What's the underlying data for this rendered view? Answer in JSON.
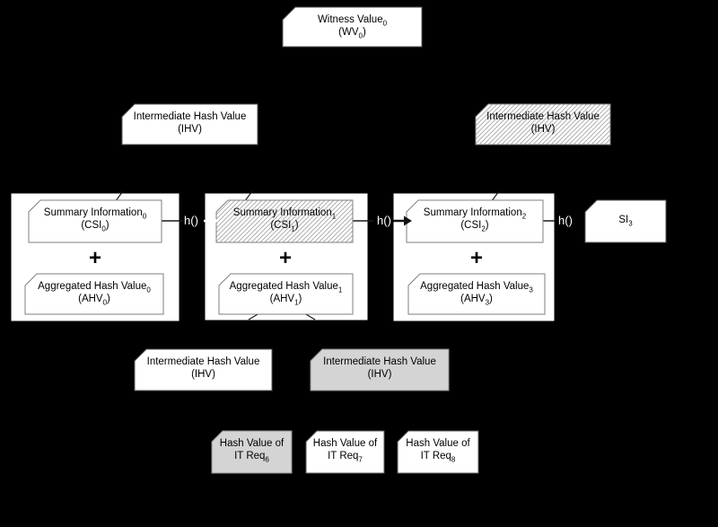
{
  "diagram": {
    "title_semantics": "hash aggregation chain diagram",
    "wv0": {
      "main": "Witness Value",
      "main_sub": "0",
      "paren": "(WV",
      "paren_sub": "0",
      "paren_close": ")"
    },
    "ihv_top_left": {
      "main": "Intermediate Hash Value",
      "paren": "(IHV)"
    },
    "ihv_top_right": {
      "main": "Intermediate Hash Value",
      "paren": "(IHV)"
    },
    "groups": [
      {
        "csi": {
          "main": "Summary Information",
          "main_sub": "0",
          "paren": "(CSI",
          "paren_sub": "0",
          "paren_close": ")"
        },
        "plus": "+",
        "ahv": {
          "main": "Aggregated Hash Value",
          "main_sub": "0",
          "paren": "(AHV",
          "paren_sub": "0",
          "paren_close": ")"
        }
      },
      {
        "csi": {
          "main": "Summary Information",
          "main_sub": "1",
          "paren": "(CSI",
          "paren_sub": "1",
          "paren_close": ")"
        },
        "plus": "+",
        "ahv": {
          "main": "Aggregated Hash Value",
          "main_sub": "1",
          "paren": "(AHV",
          "paren_sub": "1",
          "paren_close": ")"
        }
      },
      {
        "csi": {
          "main": "Summary Information",
          "main_sub": "2",
          "paren": "(CSI",
          "paren_sub": "2",
          "paren_close": ")"
        },
        "plus": "+",
        "ahv": {
          "main": "Aggregated Hash Value",
          "main_sub": "3",
          "paren": "(AHV",
          "paren_sub": "3",
          "paren_close": ")"
        }
      }
    ],
    "h_labels": [
      "h()",
      "h()",
      "h()"
    ],
    "si3": {
      "main": "SI",
      "main_sub": "3"
    },
    "ihv_low_left": {
      "main": "Intermediate Hash Value",
      "paren": "(IHV)"
    },
    "ihv_low_mid": {
      "main": "Intermediate Hash Value",
      "paren": "(IHV)"
    },
    "req_boxes": [
      {
        "line1": "Hash Value of",
        "line2": "IT Req",
        "line2_sub": "6"
      },
      {
        "line1": "Hash Value of",
        "line2": "IT Req",
        "line2_sub": "7"
      },
      {
        "line1": "Hash Value of",
        "line2": "IT Req",
        "line2_sub": "8"
      }
    ],
    "colors": {
      "background": "#000000",
      "box_fill": "#ffffff",
      "gray_fill": "#d4d4d4",
      "hatch_line": "#b0b0b0",
      "box_border": "#666666",
      "text": "#000000",
      "hash_label_text": "#ffffff"
    }
  }
}
